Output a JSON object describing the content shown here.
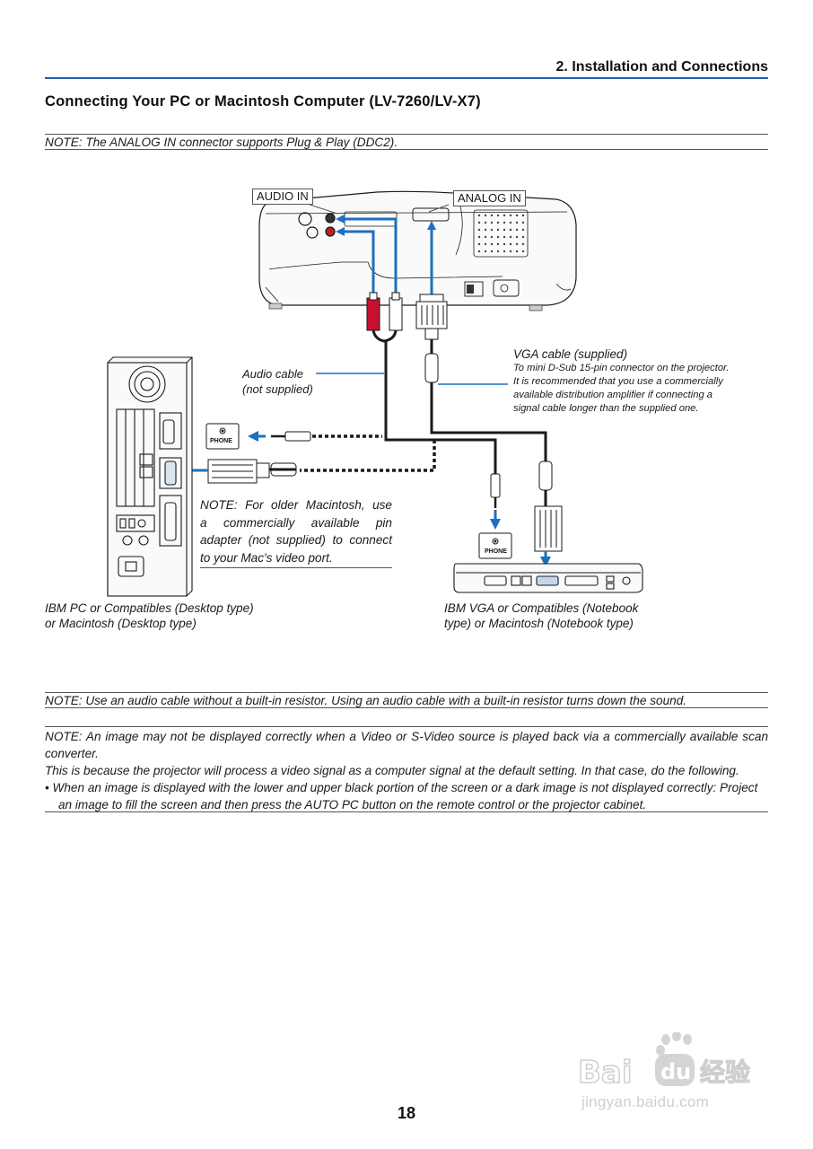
{
  "header": {
    "section": "2. Installation and Connections",
    "title": "Connecting Your PC or Macintosh Computer (LV-7260/LV-X7)"
  },
  "notes": {
    "ddc": "NOTE: The ANALOG IN connector supports Plug & Play (DDC2).",
    "audio": "NOTE: Use an audio cable without a built-in resistor. Using an audio cable with a built-in resistor turns down the sound.",
    "scan_line1": "NOTE: An image may not be displayed correctly when a Video or S-Video source is played back via a commercially available scan converter.",
    "scan_line2": "This is because the projector will process a video signal as a computer signal at the default setting. In that case, do the following.",
    "scan_bullet": "•  When an image is displayed with the lower and upper black portion of the screen or a dark image is not displayed correctly: Project an image to fill the screen and then press the AUTO PC button on the remote control or the projector cabinet."
  },
  "diagram": {
    "audio_in_label": "AUDIO IN",
    "analog_in_label": "ANALOG IN",
    "audio_cable_line1": "Audio cable",
    "audio_cable_line2": "(not supplied)",
    "vga_cable_title": "VGA cable (supplied)",
    "vga_cable_desc1": "To mini D-Sub 15-pin connector on the projector.",
    "vga_cable_desc2": "It is recommended that you use a commercially",
    "vga_cable_desc3": "available distribution amplifier if connecting a",
    "vga_cable_desc4": "signal cable longer than the supplied one.",
    "mac_note_line1": "NOTE: For older Macintosh, use",
    "mac_note_line2": "a commercially available pin",
    "mac_note_line3": "adapter (not supplied) to connect",
    "mac_note_line4": "to your Mac's video port.",
    "phone_label": "PHONE",
    "desktop_caption_line1": "IBM PC or Compatibles (Desktop type)",
    "desktop_caption_line2": "or Macintosh (Desktop type)",
    "notebook_caption_line1": "IBM VGA or Compatibles (Notebook",
    "notebook_caption_line2": "type) or Macintosh (Notebook type)"
  },
  "colors": {
    "accent": "#1d5fa8",
    "arrow": "#1f6fbf",
    "line": "#1a1a1a"
  },
  "page_number": "18",
  "watermark": {
    "brand": "Baidu 经验",
    "url": "jingyan.baidu.com"
  }
}
